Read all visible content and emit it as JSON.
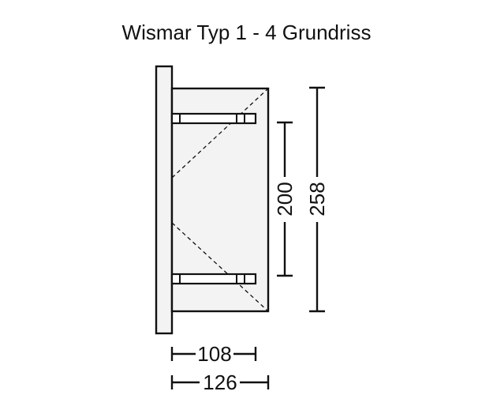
{
  "drawing": {
    "title": "Wismar Typ 1 - 4 Grundriss",
    "dimensions": {
      "inner_width": "108",
      "outer_width": "126",
      "inner_depth": "200",
      "outer_depth": "258"
    },
    "colors": {
      "line": "#111111",
      "fill": "#f3f3f3",
      "background": "#ffffff"
    }
  }
}
